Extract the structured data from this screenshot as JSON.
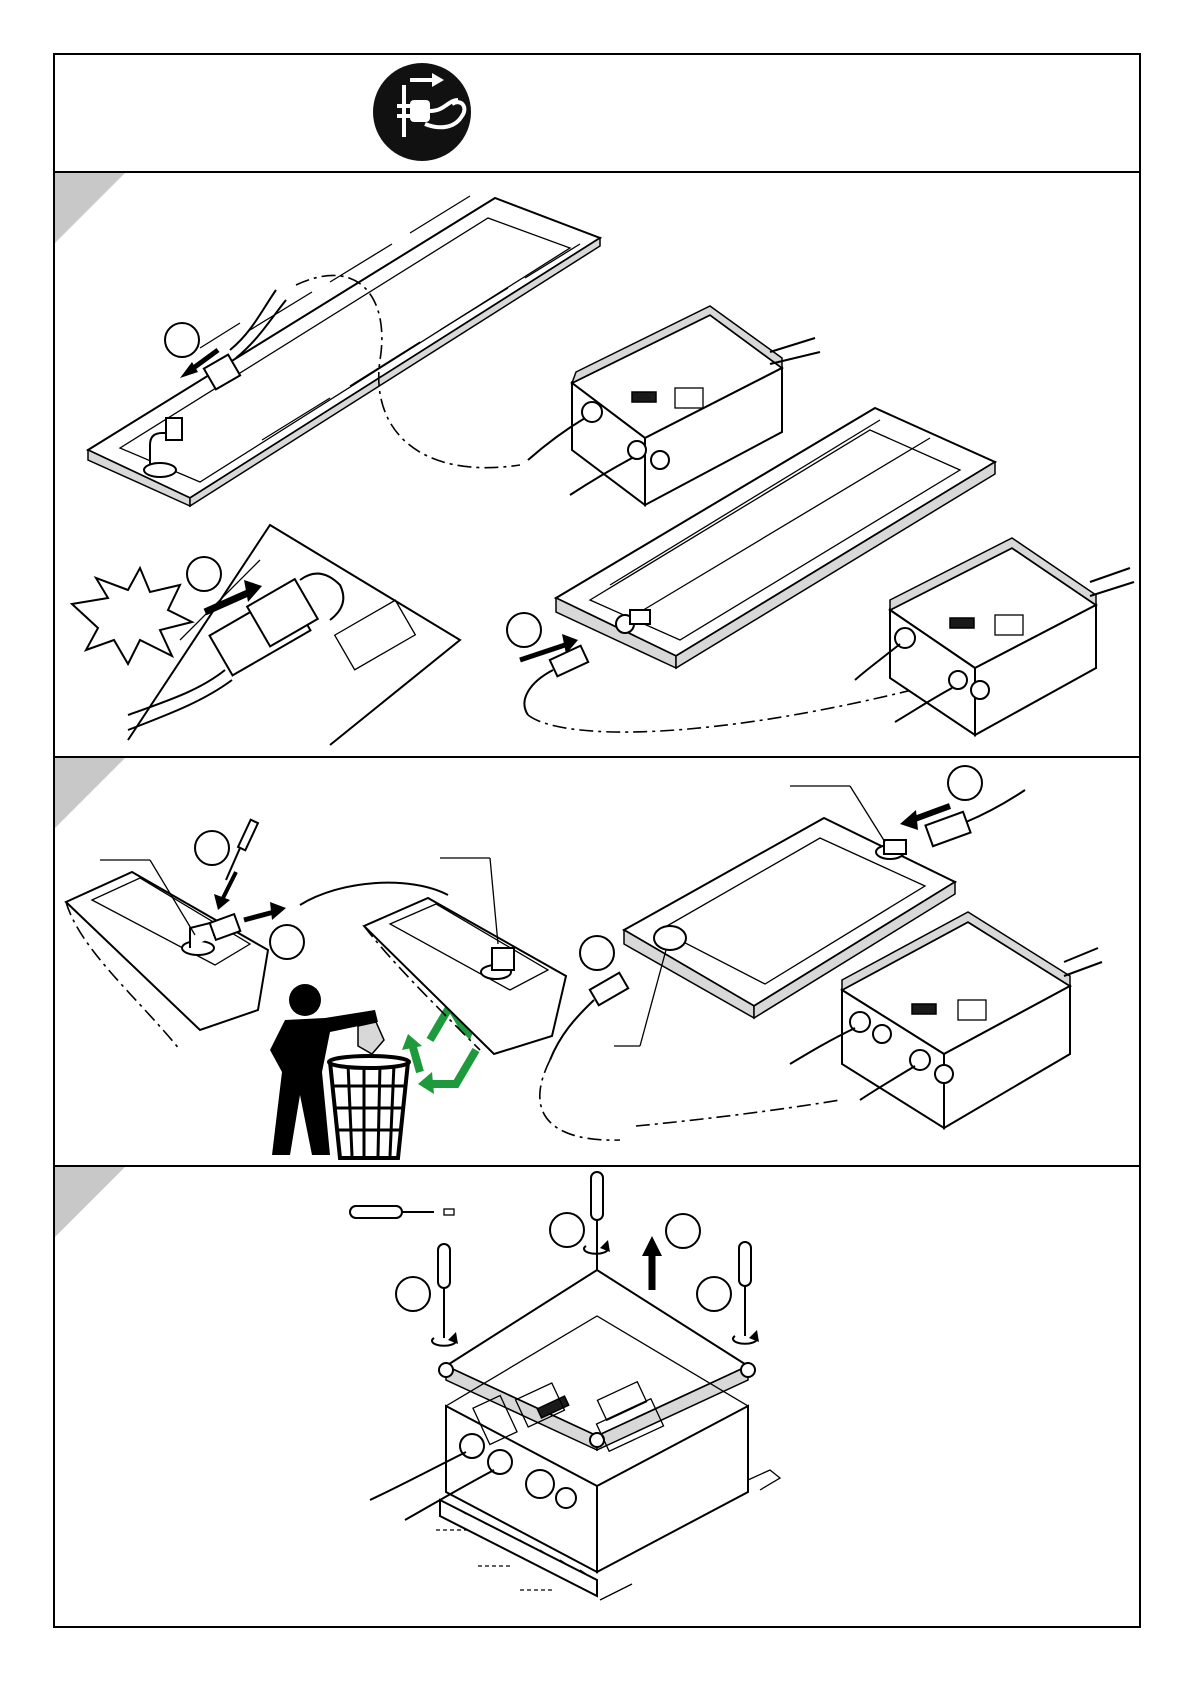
{
  "document": {
    "panels": [
      {
        "id": "header",
        "pictogram": "disconnect-power-pictogram"
      },
      {
        "id": "panel-1",
        "corner_marker": ""
      },
      {
        "id": "panel-2",
        "corner_marker": ""
      },
      {
        "id": "panel-3",
        "corner_marker": ""
      }
    ],
    "step_bubbles": {
      "p1_a": "",
      "p1_b": "",
      "p1_c": "",
      "p2_a": "",
      "p2_b": "",
      "p2_c": "",
      "p2_d": "",
      "p3_a": "",
      "p3_b": "",
      "p3_c": "",
      "p3_d": "",
      "p3_e": ""
    },
    "icons": [
      "disconnect-power-icon",
      "screwdriver-icon",
      "recycle-icon",
      "trash-bin-icon",
      "person-throwing-icon",
      "impact-burst-icon",
      "arrow-icon",
      "rotate-arrow-icon"
    ],
    "colors": {
      "recycle": "#1e9a3c",
      "corner_marker": "#c8c8c8",
      "line": "#000000"
    }
  }
}
